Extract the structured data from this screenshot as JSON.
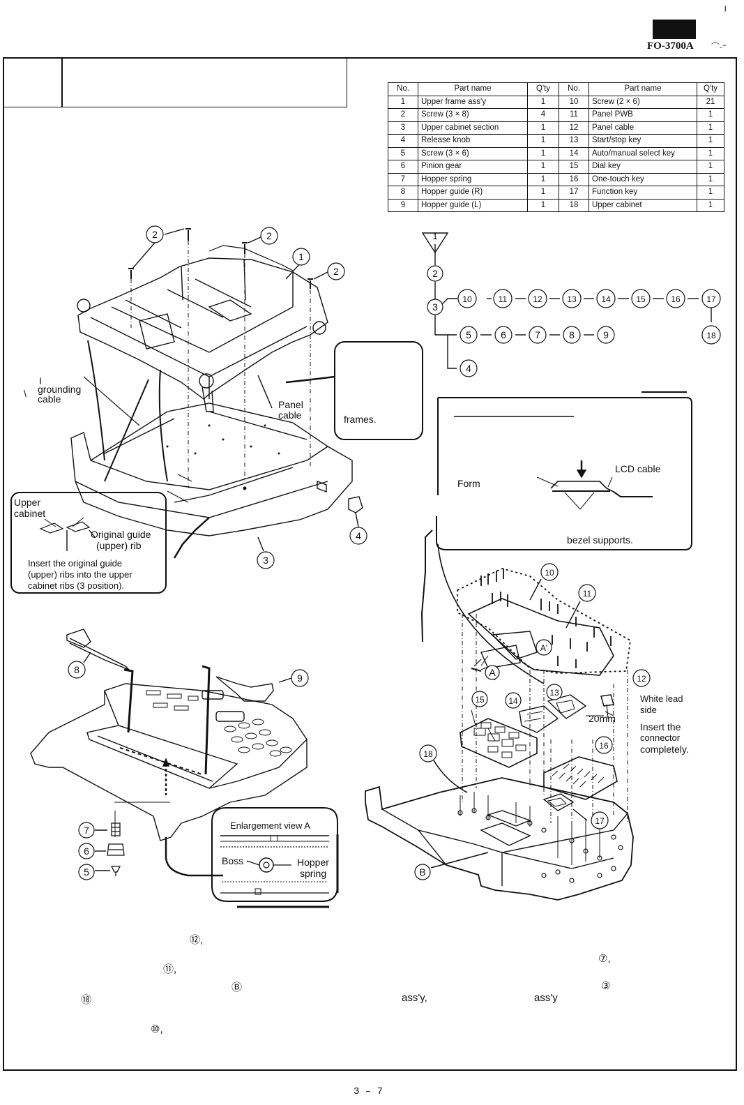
{
  "header": {
    "model": "FO-3700A"
  },
  "parts_table": {
    "columns": [
      "No.",
      "Part name",
      "Q'ty",
      "No.",
      "Part name",
      "Q'ty"
    ],
    "rows": [
      [
        "1",
        "Upper frame ass'y",
        "1",
        "10",
        "Screw (2 × 6)",
        "21"
      ],
      [
        "2",
        "Screw (3 × 8)",
        "4",
        "11",
        "Panel PWB",
        "1"
      ],
      [
        "3",
        "Upper cabinet section",
        "1",
        "12",
        "Panel cable",
        "1"
      ],
      [
        "4",
        "Release knob",
        "1",
        "13",
        "Start/stop key",
        "1"
      ],
      [
        "5",
        "Screw (3 × 6)",
        "1",
        "14",
        "Auto/manual select key",
        "1"
      ],
      [
        "6",
        "Pinion gear",
        "1",
        "15",
        "Dial key",
        "1"
      ],
      [
        "7",
        "Hopper spring",
        "1",
        "16",
        "One-touch key",
        "1"
      ],
      [
        "8",
        "Hopper guide (R)",
        "1",
        "17",
        "Function key",
        "1"
      ],
      [
        "9",
        "Hopper guide (L)",
        "1",
        "18",
        "Upper cabinet",
        "1"
      ]
    ]
  },
  "flow": {
    "start": "1",
    "row1": [
      "2",
      "3"
    ],
    "branch_top": [
      "10",
      "11",
      "12",
      "13",
      "14",
      "15",
      "16",
      "17"
    ],
    "end": "18",
    "branch_mid": [
      "5",
      "6",
      "7",
      "8",
      "9"
    ],
    "branch_low": "4"
  },
  "callouts": {
    "grounding": [
      "I",
      "grounding",
      "cable"
    ],
    "panel_cable": [
      "Panel",
      "cable"
    ],
    "frames": "frames.",
    "upper_cabinet": [
      "Upper",
      "cabinet"
    ],
    "original_guide": [
      "Original guide",
      "(upper) rib"
    ],
    "insert_rib": [
      "Insert the original guide",
      "(upper) ribs into the upper",
      "cabinet ribs (3 position)."
    ],
    "form": "Form",
    "lcd_cable": "LCD cable",
    "bezel": "bezel supports.",
    "white_lead": [
      "White lead",
      "side"
    ],
    "insert_connector": [
      "Insert the",
      "connector",
      "completely."
    ],
    "mm": "20mm",
    "enlargement_title": "Enlargement view A",
    "boss": "Boss",
    "hopper_spring": [
      "Hopper",
      "spring"
    ],
    "letters": {
      "a": "A",
      "a_prime": "A'",
      "b": "B"
    }
  },
  "diagram_numbers": {
    "top": [
      "2",
      "2",
      "2",
      "1",
      "3",
      "4"
    ],
    "bottom_left": [
      "8",
      "9",
      "7",
      "6",
      "5"
    ],
    "bottom_right": [
      "10",
      "11",
      "12",
      "13",
      "14",
      "15",
      "16",
      "17",
      "18"
    ]
  },
  "bottom_text": {
    "t12": "⑫,",
    "t7": "⑦,",
    "t11": "⑪,",
    "tB": "Ⓑ",
    "t3": "③",
    "t18": "⑱",
    "assy1": "ass'y,",
    "assy2": "ass'y",
    "t10": "⑩,"
  },
  "page_number": "3 – 7"
}
